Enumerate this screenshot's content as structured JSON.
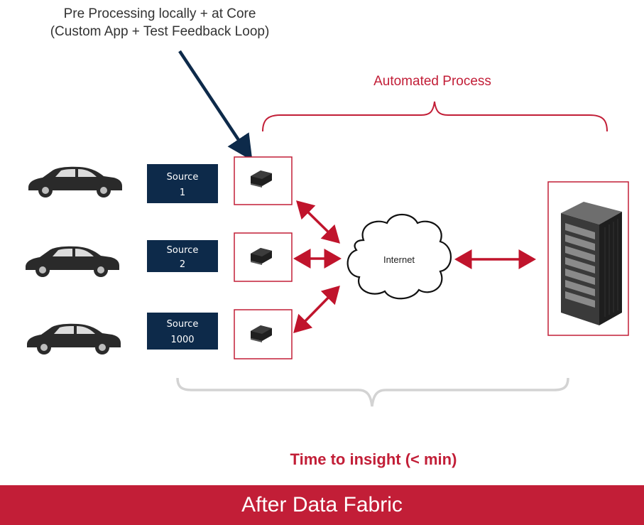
{
  "annotation": {
    "line1": "Pre Processing locally + at Core",
    "line2": "(Custom App + Test Feedback Loop)"
  },
  "automated_label": "Automated Process",
  "sources": [
    {
      "line1": "Source",
      "line2": "1"
    },
    {
      "line1": "Source",
      "line2": "2"
    },
    {
      "line1": "Source",
      "line2": "1000"
    }
  ],
  "cloud_label": "Internet",
  "insight_label": "Time to insight (< min)",
  "footer_title": "After Data Fabric",
  "colors": {
    "accent_red": "#c21e37",
    "navy": "#0d2a4a",
    "gray_brace": "#d3d3d3",
    "arrow_red": "#c0142c"
  },
  "icons": [
    "car-icon",
    "edge-device-icon",
    "cloud-icon",
    "server-rack-icon"
  ]
}
